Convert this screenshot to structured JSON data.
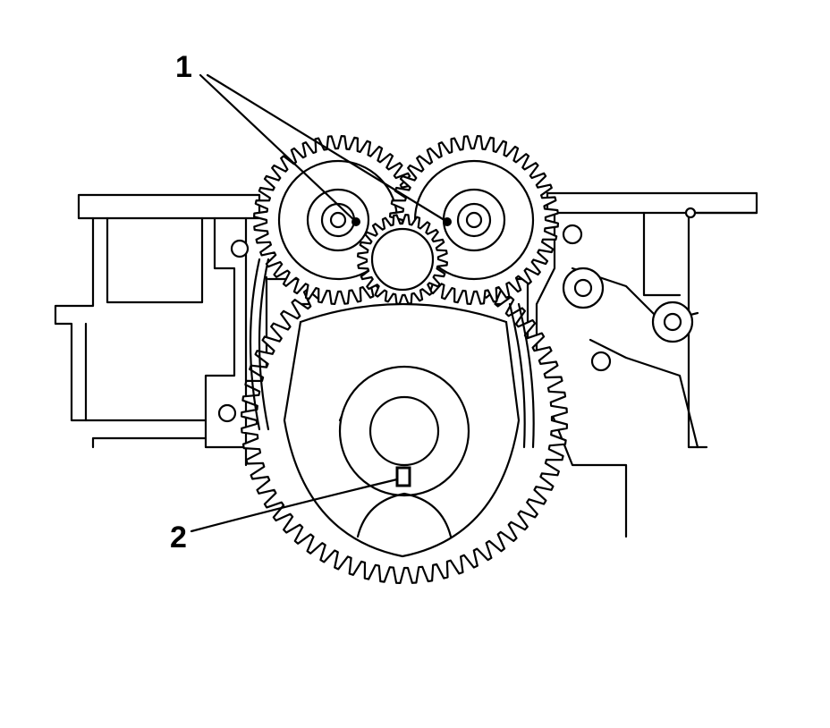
{
  "callouts": [
    {
      "id": "1",
      "label": "1"
    },
    {
      "id": "2",
      "label": "2"
    }
  ],
  "gears": {
    "crank_teeth": 64,
    "left_cam_teeth": 40,
    "right_cam_teeth": 40
  },
  "colors": {
    "line": "#000000",
    "background": "#ffffff"
  }
}
